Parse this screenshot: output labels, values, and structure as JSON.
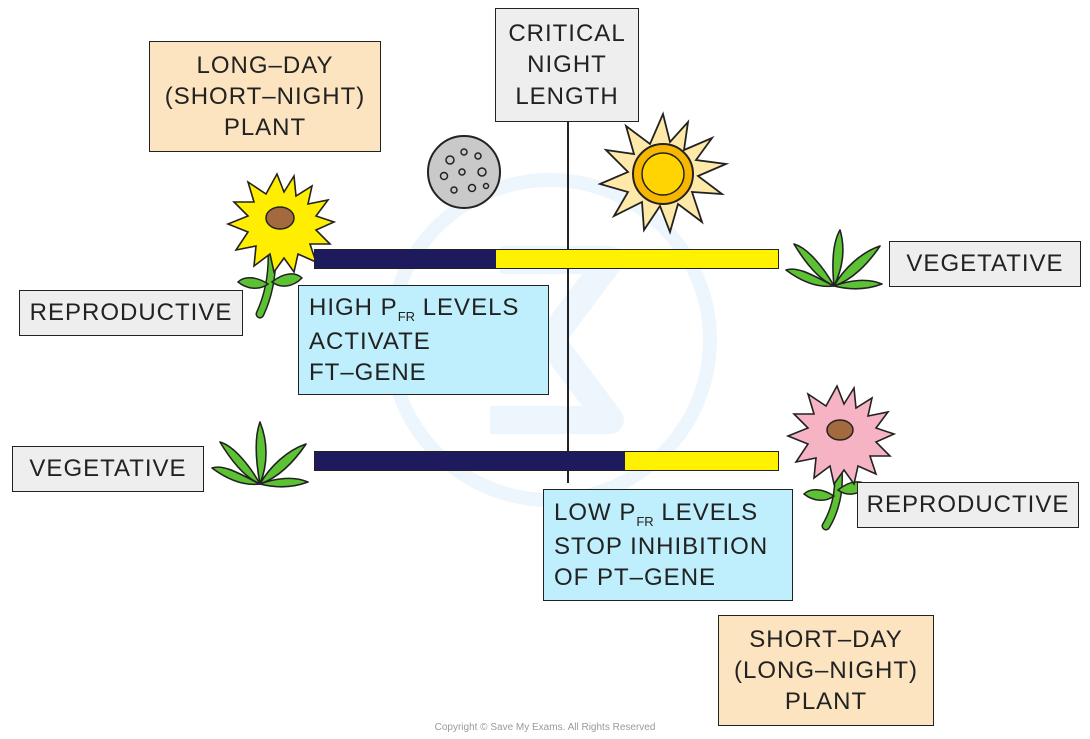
{
  "critical_label": [
    "CRITICAL",
    "NIGHT",
    "LENGTH"
  ],
  "long_day_plant": [
    "LONG–DAY",
    "(SHORT–NIGHT)",
    "PLANT"
  ],
  "short_day_plant": [
    "SHORT–DAY",
    "(LONG–NIGHT)",
    "PLANT"
  ],
  "top_row": {
    "left_state": "REPRODUCTIVE",
    "right_state": "VEGETATIVE",
    "night_fraction": 0.39,
    "note": {
      "l1a": "HIGH P",
      "l1sub": "FR",
      "l1b": " LEVELS",
      "l2": "ACTIVATE",
      "l3": "FT–GENE"
    }
  },
  "bottom_row": {
    "left_state": "VEGETATIVE",
    "right_state": "REPRODUCTIVE",
    "night_fraction": 0.67,
    "note": {
      "l1a": "LOW P",
      "l1sub": "FR",
      "l1b": " LEVELS",
      "l2": "STOP INHIBITION",
      "l3": "OF PT–GENE"
    }
  },
  "copyright": "Copyright © Save My Exams. All Rights Reserved",
  "colors": {
    "night": "#1d1b5e",
    "day": "#fff200",
    "orange_box": "#fde4c0",
    "blue_box": "#bfeefc",
    "grey_box": "#eeeeee"
  }
}
